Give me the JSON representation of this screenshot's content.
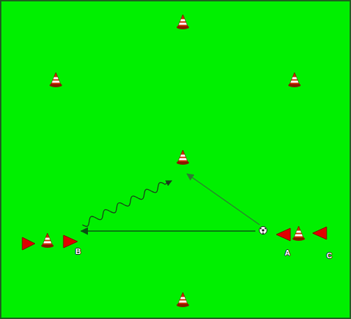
{
  "diagram": {
    "nodes": [
      {
        "text": [
          "B"
        ]
      },
      {
        "text": [
          "A"
        ]
      },
      {
        "text": [
          "C"
        ]
      }
    ],
    "edges": [
      {
        "from": 1,
        "to": 0,
        "arrow": "to"
      }
    ]
  }
}
